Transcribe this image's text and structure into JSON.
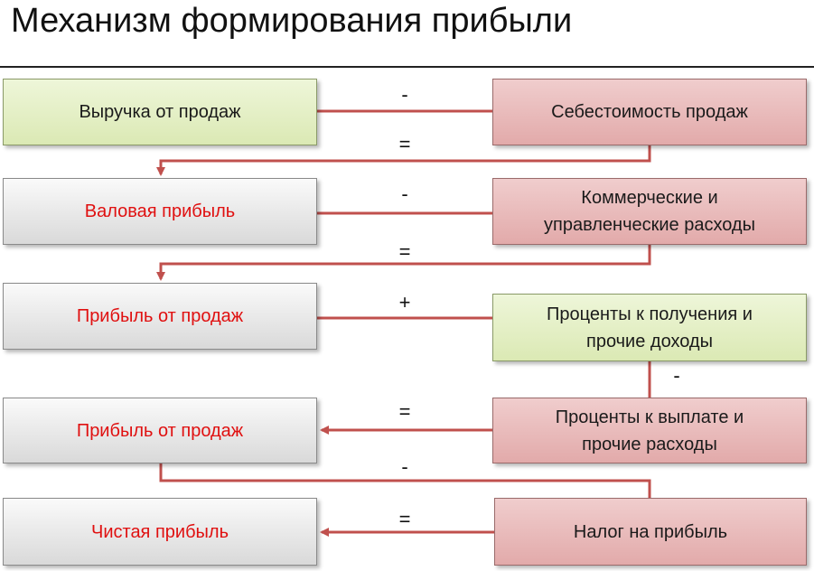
{
  "title": "Механизм формирования прибыли",
  "rows": [
    {
      "left": "Выручка от продаж",
      "right": [
        "Себестоимость продаж"
      ],
      "operator": "-",
      "result_operator": "="
    },
    {
      "left": "Валовая прибыль",
      "right": [
        "Коммерческие и",
        "управленческие расходы"
      ],
      "operator": "-",
      "result_operator": "="
    },
    {
      "left": "Прибыль от продаж",
      "right": [
        "Проценты к получения и",
        "прочие доходы"
      ],
      "operator": "+",
      "result_operator": "-"
    },
    {
      "left": "Прибыль от продаж",
      "right": [
        "Проценты к выплате и",
        "прочие расходы"
      ],
      "operator": "=",
      "result_operator": "-"
    },
    {
      "left": "Чистая прибыль",
      "right": [
        "Налог на прибыль"
      ],
      "operator": "="
    }
  ],
  "colors": {
    "connector": "#c0504d",
    "result_text": "#e01010",
    "green_box": "#dbe9b4",
    "pink_box": "#e2aaaa",
    "gray_box": "#d9d9d9"
  }
}
